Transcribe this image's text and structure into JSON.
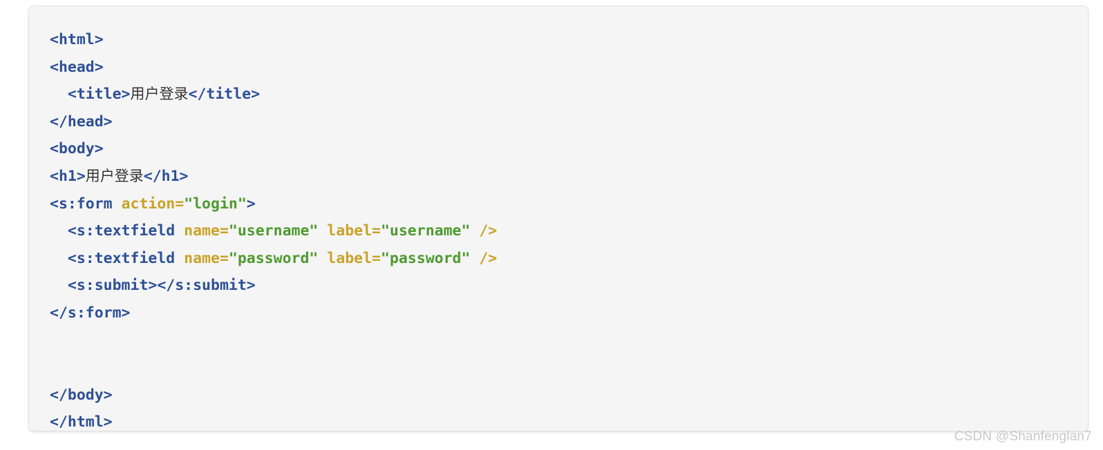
{
  "card": {
    "background_color": "#f5f5f5",
    "border_color": "#e3e3e3"
  },
  "syntax_colors": {
    "tag": "#2d5096",
    "attribute_name": "#c9a227",
    "attribute_value": "#4e9a2f",
    "cjk_text": "#333333"
  },
  "code": {
    "language": "html",
    "lines": [
      {
        "indent": 0,
        "tokens": [
          {
            "type": "tag",
            "text": "<html>"
          }
        ]
      },
      {
        "indent": 0,
        "tokens": [
          {
            "type": "tag",
            "text": "<head>"
          }
        ]
      },
      {
        "indent": 1,
        "tokens": [
          {
            "type": "tag",
            "text": "<title>"
          },
          {
            "type": "cjk",
            "text": "用户登录"
          },
          {
            "type": "tag",
            "text": "</title>"
          }
        ]
      },
      {
        "indent": 0,
        "tokens": [
          {
            "type": "tag",
            "text": "</head>"
          }
        ]
      },
      {
        "indent": 0,
        "tokens": [
          {
            "type": "tag",
            "text": "<body>"
          }
        ]
      },
      {
        "indent": 0,
        "tokens": [
          {
            "type": "tag",
            "text": "<h1>"
          },
          {
            "type": "cjk",
            "text": "用户登录"
          },
          {
            "type": "tag",
            "text": "</h1>"
          }
        ]
      },
      {
        "indent": 0,
        "tokens": [
          {
            "type": "tag",
            "text": "<s:form "
          },
          {
            "type": "attr",
            "text": "action="
          },
          {
            "type": "val",
            "text": "\"login\""
          },
          {
            "type": "tag",
            "text": ">"
          }
        ]
      },
      {
        "indent": 1,
        "tokens": [
          {
            "type": "tag",
            "text": "<s:textfield "
          },
          {
            "type": "attr",
            "text": "name="
          },
          {
            "type": "val",
            "text": "\"username\""
          },
          {
            "type": "attr",
            "text": " label="
          },
          {
            "type": "val",
            "text": "\"username\""
          },
          {
            "type": "attr",
            "text": " />"
          }
        ]
      },
      {
        "indent": 1,
        "tokens": [
          {
            "type": "tag",
            "text": "<s:textfield "
          },
          {
            "type": "attr",
            "text": "name="
          },
          {
            "type": "val",
            "text": "\"password\""
          },
          {
            "type": "attr",
            "text": " label="
          },
          {
            "type": "val",
            "text": "\"password\""
          },
          {
            "type": "attr",
            "text": " />"
          }
        ]
      },
      {
        "indent": 1,
        "tokens": [
          {
            "type": "tag",
            "text": "<s:submit></s:submit>"
          }
        ]
      },
      {
        "indent": 0,
        "tokens": [
          {
            "type": "tag",
            "text": "</s:form>"
          }
        ]
      },
      {
        "indent": 0,
        "tokens": []
      },
      {
        "indent": 0,
        "tokens": []
      },
      {
        "indent": 0,
        "tokens": [
          {
            "type": "tag",
            "text": "</body>"
          }
        ]
      },
      {
        "indent": 0,
        "tokens": [
          {
            "type": "tag",
            "text": "</html>"
          }
        ]
      }
    ]
  },
  "watermark": {
    "text": "CSDN @Shanfenglan7"
  }
}
